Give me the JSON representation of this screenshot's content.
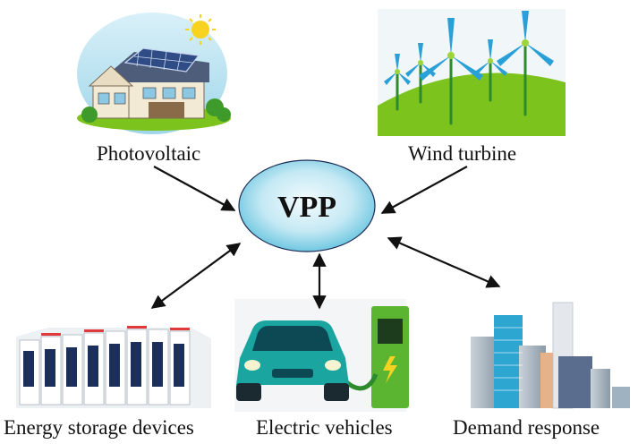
{
  "hub": {
    "label": "VPP"
  },
  "nodes": {
    "photovoltaic": {
      "label": "Photovoltaic"
    },
    "wind": {
      "label": "Wind turbine"
    },
    "storage": {
      "label": "Energy storage devices"
    },
    "ev": {
      "label": "Electric vehicles"
    },
    "demand": {
      "label": "Demand response"
    }
  },
  "colors": {
    "hub_fill_center": "#f4fbfe",
    "hub_fill_edge": "#5cc0dd",
    "hub_stroke": "#1d2a55",
    "arrow": "#111111",
    "grass": "#7cc31d",
    "solar_panel": "#2f4c86",
    "car_body": "#1aa5a0",
    "charger": "#5cb531",
    "building": "#9aa8b2"
  }
}
